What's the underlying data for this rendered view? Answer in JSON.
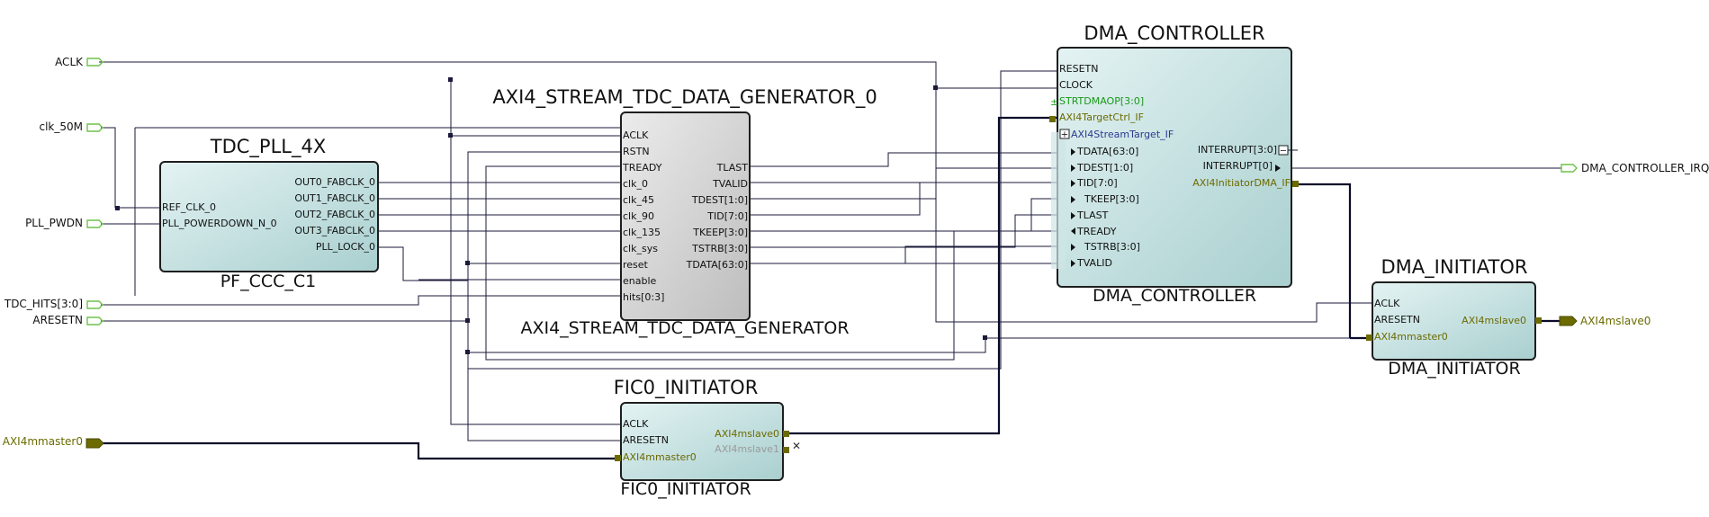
{
  "colors": {
    "wire": "#1a1a3a",
    "bus_pin": "#6b6b00",
    "port_out": "#6fc24a",
    "block_teal": "#cfe6e6",
    "block_gray": "#d2d2d2"
  },
  "top_ports": {
    "aclk": "ACLK",
    "clk_50m": "clk_50M",
    "pll_pwdn": "PLL_PWDN",
    "tdc_hits": "TDC_HITS[3:0]",
    "aresetn": "ARESETN",
    "axi4mmaster0": "AXI4mmaster0",
    "dma_irq": "DMA_CONTROLLER_IRQ",
    "axi4mslave0": "AXI4mslave0"
  },
  "pll": {
    "instance": "TDC_PLL_4X",
    "module": "PF_CCC_C1",
    "inputs": [
      "REF_CLK_0",
      "PLL_POWERDOWN_N_0"
    ],
    "outputs": [
      "OUT0_FABCLK_0",
      "OUT1_FABCLK_0",
      "OUT2_FABCLK_0",
      "OUT3_FABCLK_0",
      "PLL_LOCK_0"
    ]
  },
  "gen": {
    "instance": "AXI4_STREAM_TDC_DATA_GENERATOR_0",
    "module": "AXI4_STREAM_TDC_DATA_GENERATOR",
    "inputs": [
      "ACLK",
      "RSTN",
      "TREADY",
      "clk_0",
      "clk_45",
      "clk_90",
      "clk_135",
      "clk_sys",
      "reset",
      "enable",
      "hits[0:3]"
    ],
    "outputs": [
      "TLAST",
      "TVALID",
      "TDEST[1:0]",
      "TID[7:0]",
      "TKEEP[3:0]",
      "TSTRB[3:0]",
      "TDATA[63:0]"
    ]
  },
  "dma": {
    "instance": "DMA_CONTROLLER",
    "module": "DMA_CONTROLLER",
    "inputs": [
      "RESETN",
      "CLOCK"
    ],
    "strt": "STRTDMAOP[3:0]",
    "target_ctrl": "AXI4TargetCtrl_IF",
    "stream_target": "AXI4StreamTarget_IF",
    "stream_pins": [
      "TDATA[63:0]",
      "TDEST[1:0]",
      "TID[7:0]",
      "TKEEP[3:0]",
      "TLAST",
      "TREADY",
      "TSTRB[3:0]",
      "TVALID"
    ],
    "outputs": [
      "INTERRUPT[3:0]",
      "INTERRUPT[0]"
    ],
    "initiator_if": "AXI4InitiatorDMA_IF"
  },
  "init": {
    "instance": "DMA_INITIATOR",
    "module": "DMA_INITIATOR",
    "inputs": [
      "ACLK",
      "ARESETN"
    ],
    "master": "AXI4mmaster0",
    "slave": "AXI4mslave0"
  },
  "fic": {
    "instance": "FIC0_INITIATOR",
    "module": "FIC0_INITIATOR",
    "inputs": [
      "ACLK",
      "ARESETN"
    ],
    "master": "AXI4mmaster0",
    "slave0": "AXI4mslave0",
    "slave1": "AXI4mslave1"
  }
}
